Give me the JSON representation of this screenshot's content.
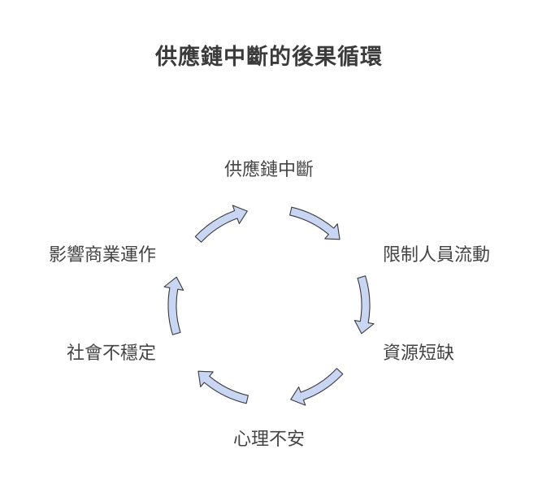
{
  "diagram": {
    "title": "供應鏈中斷的後果循環",
    "nodes": [
      {
        "label": "供應鏈中斷"
      },
      {
        "label": "限制人員流動"
      },
      {
        "label": "資源短缺"
      },
      {
        "label": "心理不安"
      },
      {
        "label": "社會不穩定"
      },
      {
        "label": "影響商業運作"
      }
    ],
    "colors": {
      "arrow_fill": "#c9d6f3",
      "arrow_stroke": "#3a3a3a",
      "text": "#444444",
      "title": "#3b3b3b"
    }
  }
}
